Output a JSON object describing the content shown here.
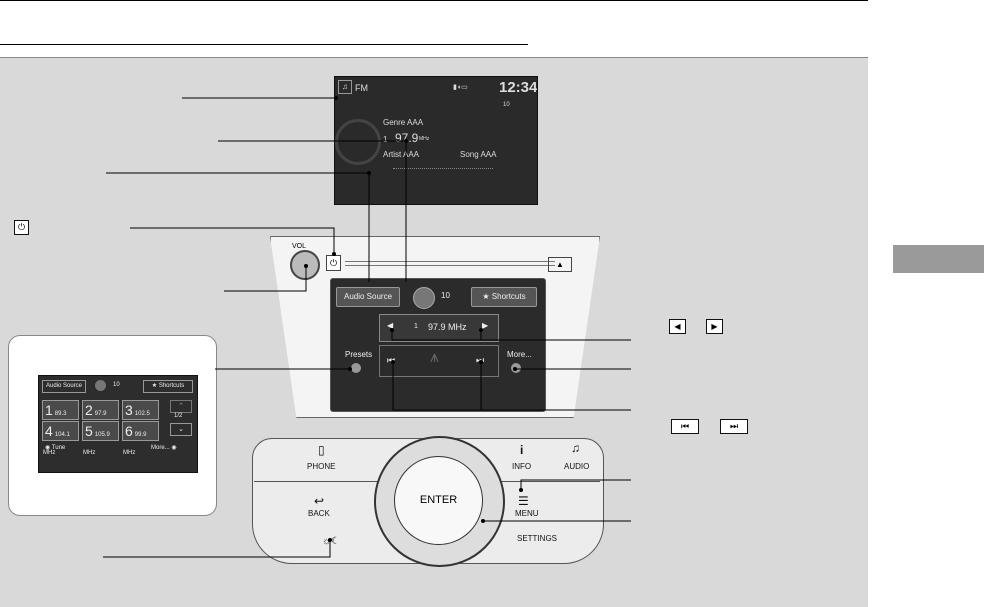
{
  "screen": {
    "source": "FM",
    "status_icons": "▮◖▭",
    "clock": "12:34",
    "volume_small": "10",
    "genre": "Genre AAA",
    "preset_num": "1",
    "frequency": "97.9",
    "freq_unit": "MHz",
    "artist": "Artist AAA",
    "song": "Song AAA"
  },
  "unit": {
    "vol_label": "VOL",
    "audio_source": "Audio Source",
    "volume": "10",
    "shortcuts": "Shortcuts",
    "preset_num": "1",
    "frequency": "97.9 MHz",
    "presets": "Presets",
    "more": "More..."
  },
  "inset": {
    "audio_source": "Audio Source",
    "volume": "10",
    "shortcuts": "Shortcuts",
    "presets": [
      {
        "num": "1",
        "freq": "89.3 MHz"
      },
      {
        "num": "2",
        "freq": "97.9 MHz"
      },
      {
        "num": "3",
        "freq": "102.5 MHz"
      },
      {
        "num": "4",
        "freq": "104.1 MHz"
      },
      {
        "num": "5",
        "freq": "105.9 MHz"
      },
      {
        "num": "6",
        "freq": "99.9 MHz"
      }
    ],
    "page": "1/2",
    "tune": "Tune",
    "more": "More..."
  },
  "controls": {
    "phone": "PHONE",
    "info": "INFO",
    "audio": "AUDIO",
    "back": "BACK",
    "enter": "ENTER",
    "menu": "MENU",
    "settings": "SETTINGS"
  },
  "annotations": {
    "seek_left": "◀",
    "seek_right": "▶",
    "skip_left": "⏮",
    "skip_right": "⏭"
  }
}
